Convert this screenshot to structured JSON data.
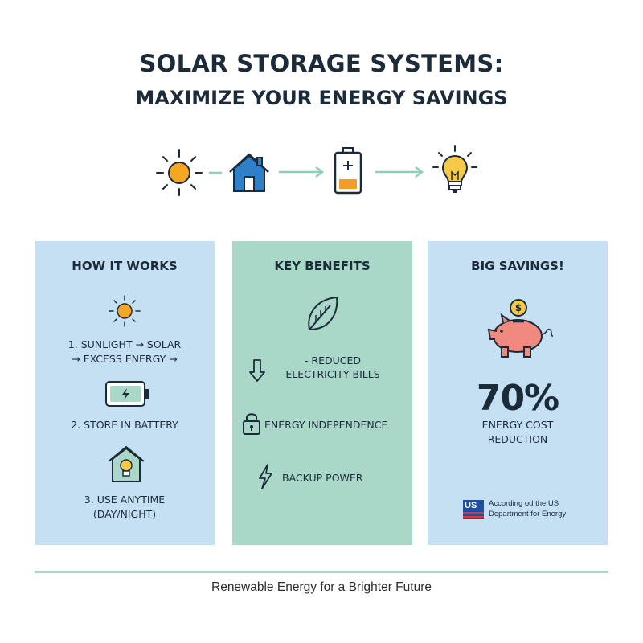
{
  "header": {
    "title_line1": "SOLAR STORAGE SYSTEMS:",
    "title_line2": "MAXIMIZE YOUR ENERGY SAVINGS"
  },
  "flow_icons": [
    "sun-icon",
    "house-icon",
    "battery-icon",
    "lightbulb-icon"
  ],
  "colors": {
    "panel_blue": "#c6e0f3",
    "panel_green": "#a9d8c9",
    "sun": "#f5a623",
    "house": "#2f80c9",
    "battery_charge": "#f39c2b",
    "pig": "#f08a7e",
    "text": "#1c2b3a"
  },
  "how_it_works": {
    "title": "HOW IT WORKS",
    "step1_line1": "1. SUNLIGHT → SOLAR",
    "step1_line2": "→ EXCESS ENERGY →",
    "step2": "2. STORE IN BATTERY",
    "step3_line1": "3. USE ANYTIME",
    "step3_line2": "(DAY/NIGHT)"
  },
  "key_benefits": {
    "title": "KEY BENEFITS",
    "benefit1_line1": "- REDUCED",
    "benefit1_line2": "ELECTRICITY BILLS",
    "benefit2": "ENERGY INDEPENDENCE",
    "benefit3": "BACKUP POWER"
  },
  "big_savings": {
    "title": "BIG SAVINGS!",
    "coin_symbol": "$",
    "percent": "70%",
    "caption_line1": "ENERGY COST",
    "caption_line2": "REDUCTION",
    "flag_text": "US",
    "source_line1": "According od the US",
    "source_line2": "Department for Energy"
  },
  "footer": {
    "tagline": "Renewable Energy for a Brighter Future"
  }
}
